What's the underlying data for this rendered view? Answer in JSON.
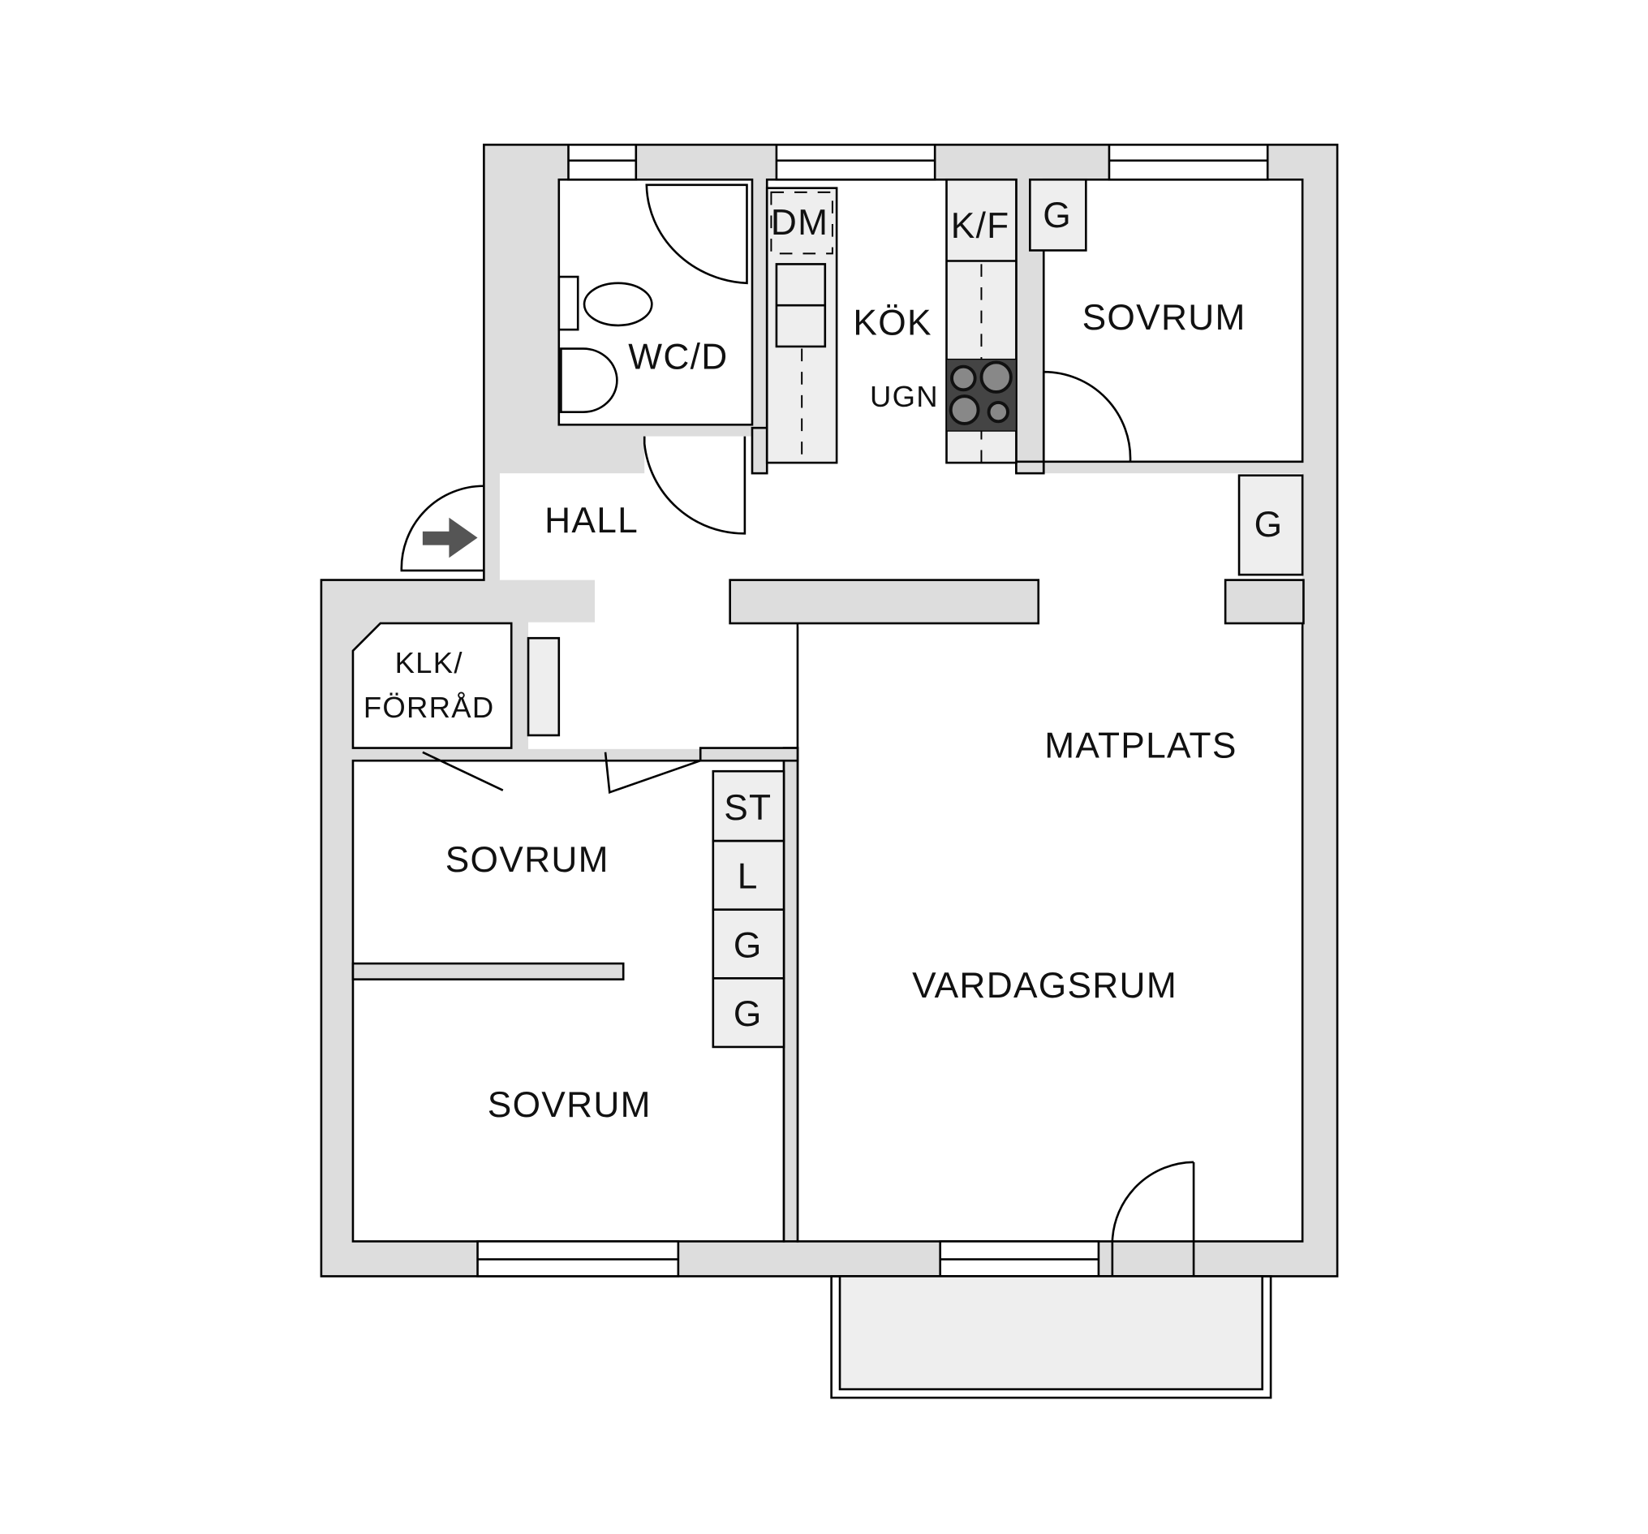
{
  "rooms": {
    "wc": "WC/D",
    "kitchen": "KÖK",
    "bedroom_top": "SOVRUM",
    "hall": "HALL",
    "closet_line1": "KLK/",
    "closet_line2": "FÖRRÅD",
    "bedroom_mid": "SOVRUM",
    "bedroom_bottom": "SOVRUM",
    "dining": "MATPLATS",
    "living": "VARDAGSRUM"
  },
  "fixtures": {
    "dishwasher": "DM",
    "fridge_freezer": "K/F",
    "oven": "UGN",
    "wardrobe_top": "G",
    "wardrobe_right": "G",
    "storage_st": "ST",
    "storage_l": "L",
    "storage_g1": "G",
    "storage_g2": "G"
  },
  "colors": {
    "wall": "#dddddd",
    "fixture": "#eeeeee",
    "stove": "#444444"
  }
}
